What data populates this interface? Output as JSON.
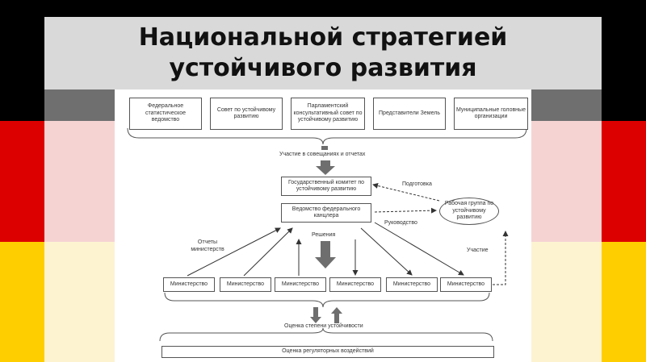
{
  "slide": {
    "title_line1": "Национальной стратегией",
    "title_line2": "устойчивого развития"
  },
  "diagram": {
    "top_boxes": [
      "Федеральное статистическое ведомство",
      "Совет по устойчивому развитию",
      "Парламентский консультативный совет по устойчивому развитию",
      "Представители Земель",
      "Муниципальные головные организации"
    ],
    "participation_label": "Участие в совещаниях и отчетах",
    "state_committee": "Государственный комитет по устойчивому развитию",
    "chancellery": "Ведомство федерального канцлера",
    "working_group": "Рабочая группа по устойчивому развитию",
    "preparation_label": "Подготовка",
    "leadership_label": "Руководство",
    "decisions_label": "Решения",
    "ministry_reports_label": "Отчеты министерств",
    "participation_right_label": "Участие",
    "ministries": [
      "Министерство",
      "Министерство",
      "Министерство",
      "Министерство",
      "Министерство",
      "Министерство"
    ],
    "sustainability_assessment_label": "Оценка степени устойчивости",
    "regulatory_assessment": "Оценка регуляторных воздействий"
  },
  "colors": {
    "flag_black": "#000000",
    "flag_red": "#dd0000",
    "flag_gold": "#ffce00",
    "title_bg": "#d9d9d9",
    "arrow_gray": "#6e6e6e"
  }
}
